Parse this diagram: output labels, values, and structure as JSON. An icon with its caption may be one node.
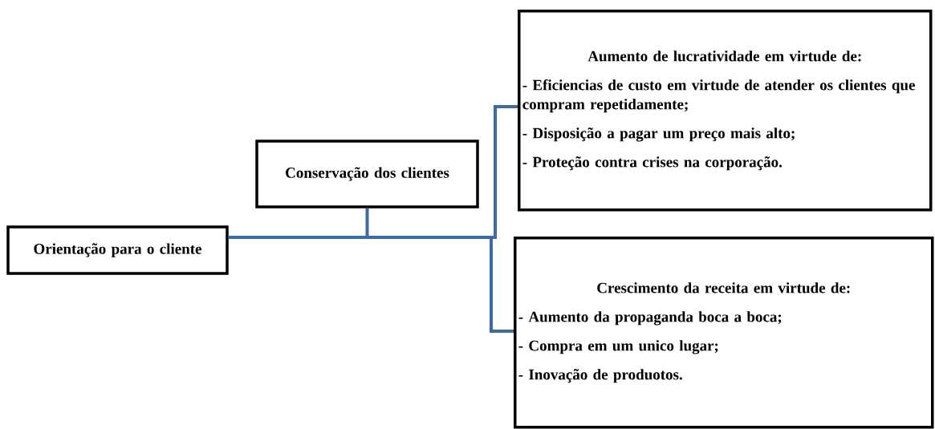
{
  "diagram": {
    "nodes": [
      {
        "text": [
          "Orientação para o cliente"
        ]
      },
      {
        "text": [
          "Conservação dos clientes"
        ]
      },
      {
        "text": [
          "Aumento de lucratividade em virtude de:",
          "- Eficiencias de custo em virtude de atender os clientes que compram repetidamente;",
          "- Disposição a pagar um preço mais alto;",
          "- Proteção contra crises na corporação."
        ]
      },
      {
        "text": [
          "Crescimento da receita em virtude de:",
          "- Aumento da propaganda boca a boca;",
          "- Compra em um unico lugar;",
          "- Inovação de produotos."
        ]
      }
    ],
    "edges": [
      {
        "from": 0,
        "to": 1,
        "arrow": "none"
      },
      {
        "from": 0,
        "to": 2,
        "arrow": "none"
      },
      {
        "from": 0,
        "to": 3,
        "arrow": "none"
      }
    ]
  }
}
